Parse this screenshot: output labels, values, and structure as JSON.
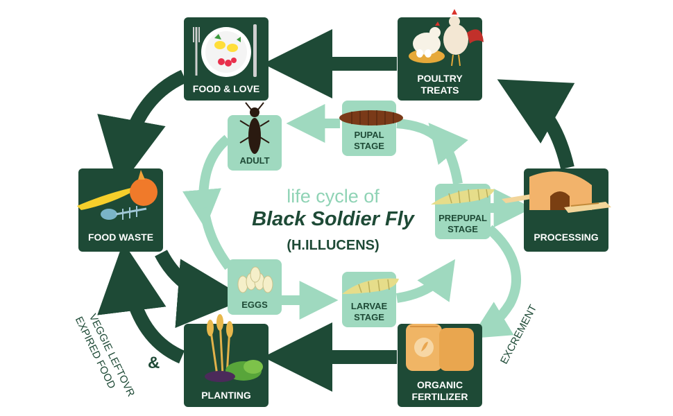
{
  "title": {
    "line1": "life cycle of",
    "line2": "Black Soldier Fly",
    "line3": "(H.ILLUCENS)"
  },
  "outer_cycle": {
    "food_love": {
      "label": "FOOD & LOVE"
    },
    "poultry_treats": {
      "line1": "POULTRY",
      "line2": "TREATS"
    },
    "processing": {
      "label": "PROCESSING"
    },
    "organic_fertilizer": {
      "line1": "ORGANIC",
      "line2": "FERTILIZER"
    },
    "planting": {
      "label": "PLANTING"
    },
    "food_waste": {
      "label": "FOOD WASTE"
    }
  },
  "inner_cycle": {
    "adult": {
      "label": "ADULT"
    },
    "pupal_stage": {
      "line1": "PUPAL",
      "line2": "STAGE"
    },
    "prepupal_stage": {
      "line1": "PREPUPAL",
      "line2": "STAGE"
    },
    "larvae_stage": {
      "line1": "LARVAE",
      "line2": "STAGE"
    },
    "eggs": {
      "label": "EGGS"
    }
  },
  "side_labels": {
    "veggie_line1": "VEGGIE LEFTOVR",
    "veggie_ampersand": "&",
    "veggie_line2": "EXPIRED FOOD",
    "excrement": "EXCREMENT"
  },
  "colors": {
    "dark_green": "#1e4a36",
    "light_mint": "#9fd9bf",
    "title_mint": "#8fd3b5"
  }
}
